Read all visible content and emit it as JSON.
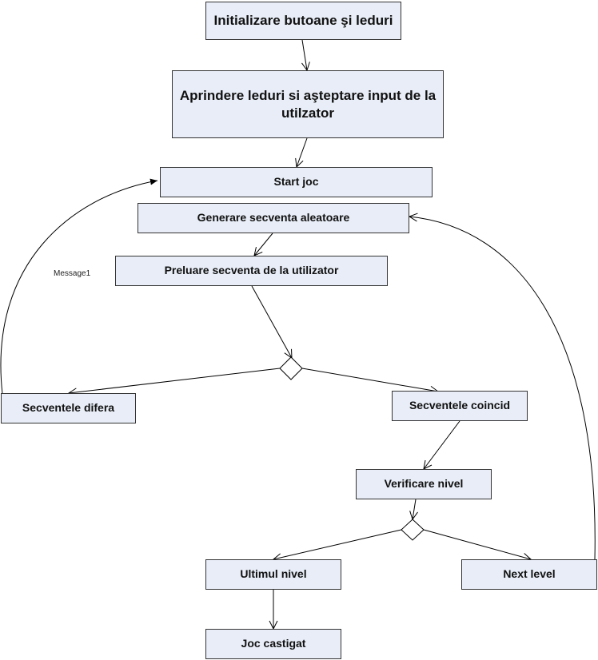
{
  "nodes": {
    "init": "Initializare butoane şi leduri",
    "aprindere": "Aprindere leduri si aşteptare input de la utilzator",
    "start": "Start joc",
    "generare": "Generare secventa aleatoare",
    "preluare": "Preluare secventa de la utilizator",
    "difera": "Secventele difera",
    "coincid": "Secventele coincid",
    "verificare": "Verificare nivel",
    "ultimul": "Ultimul nivel",
    "next": "Next level",
    "castigat": "Joc castigat"
  },
  "edge_labels": {
    "message1": "Message1"
  },
  "colors": {
    "box_fill": "#e8edf7",
    "box_border": "#333333",
    "line": "#000000"
  }
}
